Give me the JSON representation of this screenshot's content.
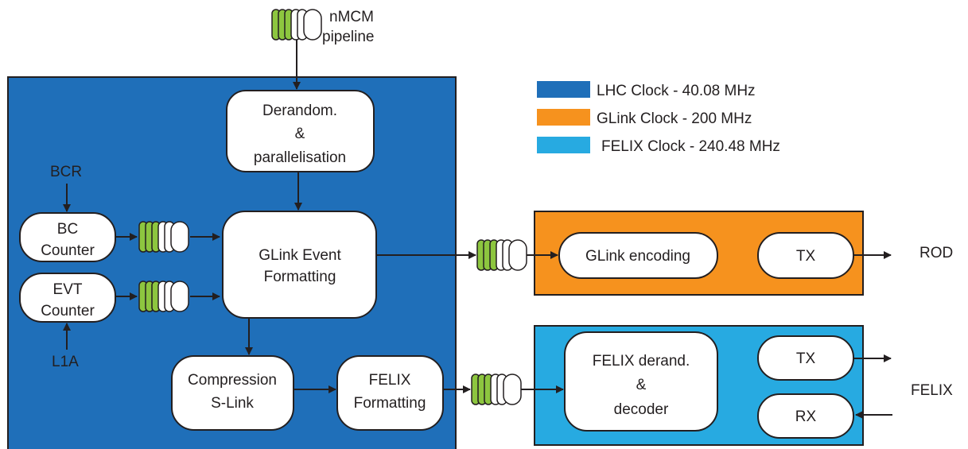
{
  "colors": {
    "lhc_domain": "#1f6fb9",
    "glink_domain": "#f6921e",
    "felix_domain": "#27aae1",
    "fifo_green": "#8dc63f",
    "outline": "#231f20"
  },
  "legend": {
    "lhc": "LHC Clock - 40.08 MHz",
    "glink": "GLink Clock - 200 MHz",
    "felix": "FELIX Clock - 240.48 MHz"
  },
  "inputs": {
    "nmcm_line1": "nMCM",
    "nmcm_line2": "pipeline",
    "bcr": "BCR",
    "l1a": "L1A"
  },
  "blocks": {
    "derandom_line1": "Derandom.",
    "derandom_line2": "&",
    "derandom_line3": "parallelisation",
    "bc_counter_line1": "BC",
    "bc_counter_line2": "Counter",
    "evt_counter_line1": "EVT",
    "evt_counter_line2": "Counter",
    "glink_event_line1": "GLink Event",
    "glink_event_line2": "Formatting",
    "compression_line1": "Compression",
    "compression_line2": "S-Link",
    "felix_formatting_line1": "FELIX",
    "felix_formatting_line2": "Formatting",
    "glink_encoding": "GLink encoding",
    "glink_tx": "TX",
    "felix_derand_line1": "FELIX derand.",
    "felix_derand_line2": "&",
    "felix_derand_line3": "decoder",
    "felix_tx": "TX",
    "felix_rx": "RX"
  },
  "outputs": {
    "rod": "ROD",
    "felix": "FELIX"
  }
}
